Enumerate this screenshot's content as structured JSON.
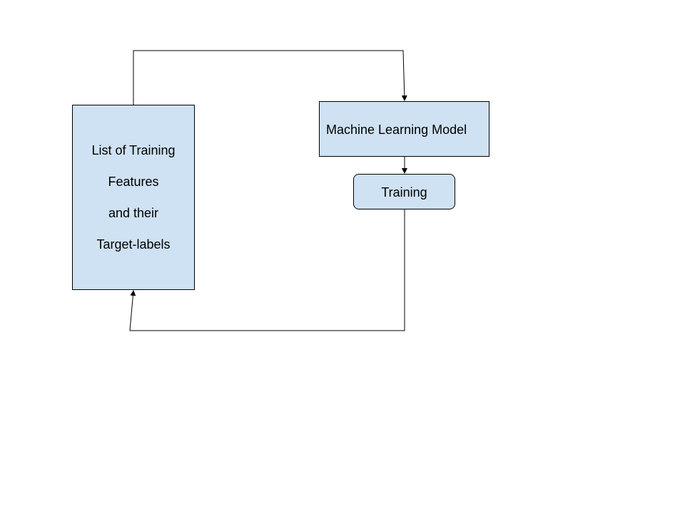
{
  "colors": {
    "box_fill": "#cfe2f3",
    "stroke": "#000000",
    "background": "#ffffff"
  },
  "nodes": {
    "training_data": {
      "lines": [
        "List of Training",
        "Features",
        "and their",
        "Target-labels"
      ]
    },
    "model": {
      "label": "Machine Learning Model"
    },
    "training": {
      "label": "Training"
    }
  },
  "edges": [
    {
      "from": "training_data",
      "to": "model"
    },
    {
      "from": "model",
      "to": "training"
    },
    {
      "from": "training",
      "to": "training_data"
    }
  ]
}
